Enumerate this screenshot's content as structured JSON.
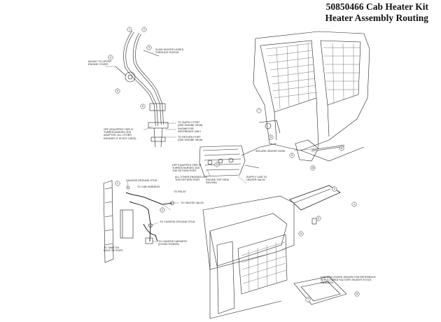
{
  "header": {
    "title_line1": "50850466  Cab Heater Kit",
    "title_line2": "Heater Assembly Routing"
  },
  "callouts": {
    "mount_upper": "MOUNT TO UPPER\nENGINE COVER",
    "slide_hoses": "SLIDE HEATER HOSES\nTHROUGH SLEEVE",
    "supply_port": "TO SUPPLY PORT\n(SEE ENGINE VIEW)",
    "shown_ref": "SHOWN FOR\nREFERENCE ONLY",
    "return_port": "TO RETURN PORT\n(SEE ENGINE VIEW)",
    "off_tier4_left": "OFF (EQUIPPED TIER IV\nTURBOCHARGED 2DS\nADAPTOR. ALL OTHER\nENGINES IT IS NOT USED)",
    "secure_hose": "SECURE HEATER HOSE",
    "off_tier4_mid": "OFF EQUIPPED TIER IV\nTURBOCHARGED 2DS\nTHE RETURN PORT",
    "all_other_engines": "ALL OTHER ENGINES USE\nTHIS RETURN PORT",
    "engine_top_view": "ENGINE TOP VIEW\nFAN END",
    "supply_line": "SUPPLY LINE TO\nHEATER VALVE",
    "chassis_ground_top": "CHASSIS GROUND STUD",
    "to_cab_harness": "TO CAB HARNESS",
    "to_relay": "TO RELAY",
    "to_heater_valve": "TO HEATER VALVE",
    "to_chassis_ground": "TO CHASSIS GROUND STUD",
    "to_chassis_harness": "TO CHASSIS HARNESS\n(FUSED POWER)",
    "to_tabs": "TO TABS ON\nBACK OF ROPS",
    "cab_shown": "CAB ENCLOSURE SHOWN FOR REFERENCE\nSTRUCTURED FACTORY HEATER STOCK\nNUMBERS"
  },
  "balloons": [
    "1",
    "2",
    "3",
    "4",
    "5",
    "6",
    "7",
    "8",
    "9",
    "10",
    "11",
    "12"
  ]
}
